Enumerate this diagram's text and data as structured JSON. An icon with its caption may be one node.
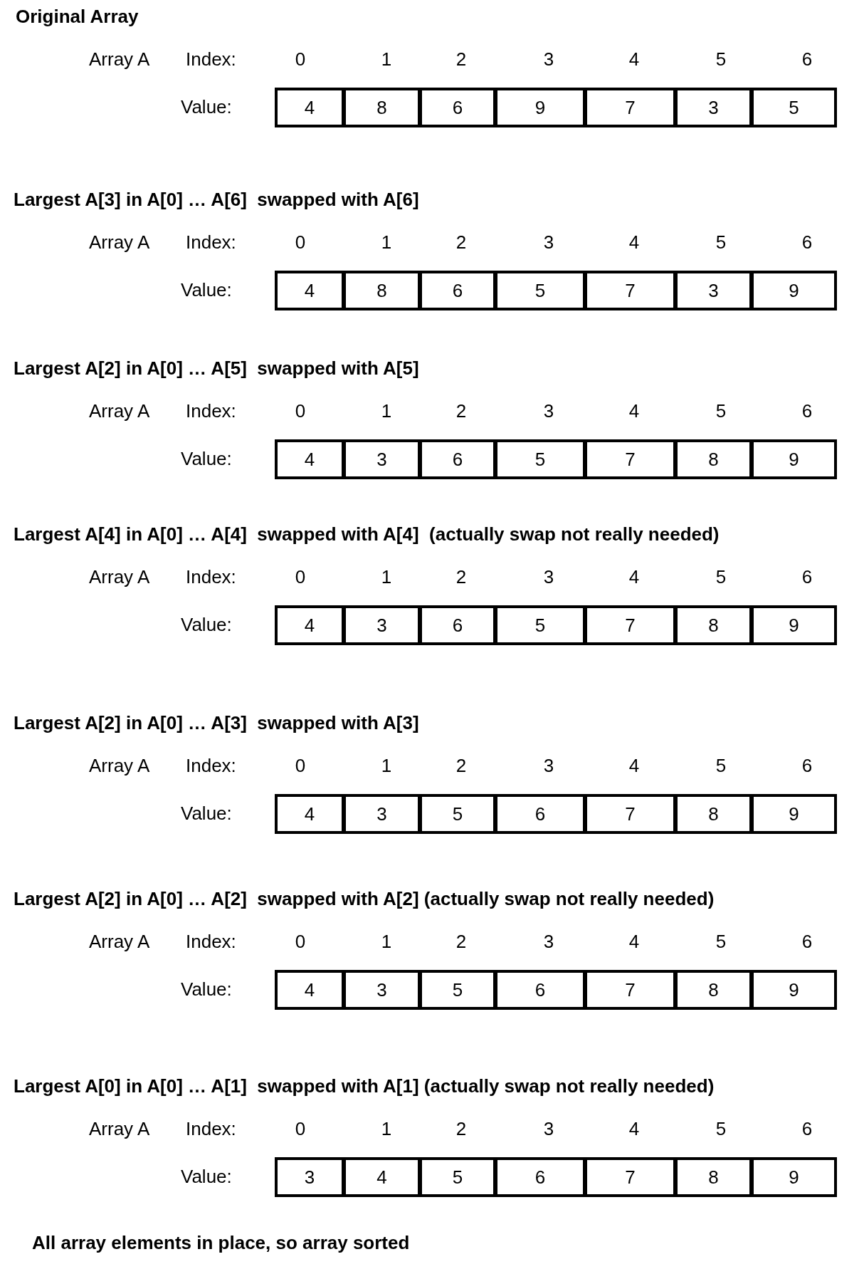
{
  "diagram": {
    "labels": [
      "Original Array",
      "Array A",
      "Index:",
      "0",
      "1",
      "2",
      "3",
      "4",
      "5",
      "6",
      "Value:",
      "4",
      "8",
      "6",
      "9",
      "7",
      "3",
      "5",
      "Largest A[3] in A[0] … A[6]  swapped with A[6]",
      "Array A",
      "Index:",
      "0",
      "1",
      "2",
      "3",
      "4",
      "5",
      "6",
      "Value:",
      "4",
      "8",
      "6",
      "5",
      "7",
      "3",
      "9",
      "Largest A[2] in A[0] … A[5]  swapped with A[5]",
      "Array A",
      "Index:",
      "0",
      "1",
      "2",
      "3",
      "4",
      "5",
      "6",
      "Value:",
      "4",
      "3",
      "6",
      "5",
      "7",
      "8",
      "9",
      "Largest A[4] in A[0] … A[4]  swapped with A[4]  (actually swap not really needed)",
      "Array A",
      "Index:",
      "0",
      "1",
      "2",
      "3",
      "4",
      "5",
      "6",
      "Value:",
      "4",
      "3",
      "6",
      "5",
      "7",
      "8",
      "9",
      "Largest A[2] in A[0] … A[3]  swapped with A[3]",
      "Array A",
      "Index:",
      "0",
      "1",
      "2",
      "3",
      "4",
      "5",
      "6",
      "Value:",
      "4",
      "3",
      "5",
      "6",
      "7",
      "8",
      "9",
      "Largest A[2] in A[0] … A[2]  swapped with A[2] (actually swap not really needed)",
      "Array A",
      "Index:",
      "0",
      "1",
      "2",
      "3",
      "4",
      "5",
      "6",
      "Value:",
      "4",
      "3",
      "5",
      "6",
      "7",
      "8",
      "9",
      "Largest A[0] in A[0] … A[1]  swapped with A[1] (actually swap not really needed)",
      "Array A",
      "Index:",
      "0",
      "1",
      "2",
      "3",
      "4",
      "5",
      "6",
      "Value:",
      "3",
      "4",
      "5",
      "6",
      "7",
      "8",
      "9",
      "All array elements in place, so array sorted"
    ]
  }
}
